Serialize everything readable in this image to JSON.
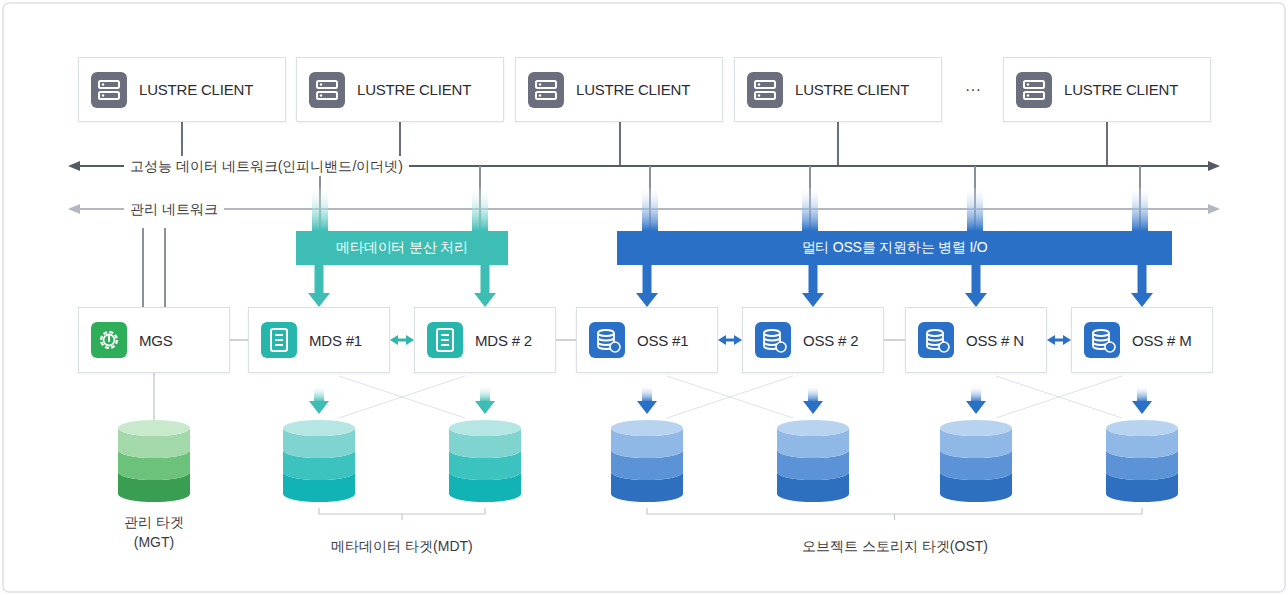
{
  "diagram": {
    "nodes": [
      {
        "text": [
          "LUSTRE CLIENT"
        ]
      },
      {
        "text": [
          "LUSTRE CLIENT"
        ]
      },
      {
        "text": [
          "LUSTRE CLIENT"
        ]
      },
      {
        "text": [
          "LUSTRE CLIENT"
        ]
      },
      {
        "text": [
          "LUSTRE CLIENT"
        ]
      },
      {
        "text": [
          "메타데이터 분산 처리"
        ]
      },
      {
        "text": [
          "멀티 OSS를 지원하는 병렬 I/O"
        ]
      },
      {
        "text": [
          "MGS"
        ]
      },
      {
        "text": [
          "MDS #1"
        ]
      },
      {
        "text": [
          "MDS # 2"
        ]
      },
      {
        "text": [
          "OSS #1"
        ]
      },
      {
        "text": [
          "OSS # 2"
        ]
      },
      {
        "text": [
          "OSS # N"
        ]
      },
      {
        "text": [
          "OSS # M"
        ]
      }
    ],
    "edges": [
      {
        "from": 5,
        "to": 8,
        "arrow": "to"
      },
      {
        "from": 5,
        "to": 9,
        "arrow": "to"
      },
      {
        "from": 6,
        "to": 10,
        "arrow": "to"
      },
      {
        "from": 6,
        "to": 11,
        "arrow": "to"
      },
      {
        "from": 6,
        "to": 12,
        "arrow": "to"
      },
      {
        "from": 6,
        "to": 13,
        "arrow": "to"
      },
      {
        "from": 8,
        "to": 9,
        "arrow": "both"
      },
      {
        "from": 10,
        "to": 11,
        "arrow": "both"
      },
      {
        "from": 12,
        "to": 13,
        "arrow": "both"
      },
      {
        "from": 7,
        "to": 8,
        "arrow": "none"
      },
      {
        "from": 9,
        "to": 10,
        "arrow": "none"
      },
      {
        "from": 11,
        "to": 12,
        "arrow": "none"
      }
    ],
    "labels": [
      "···",
      "고성능 데이터 네트워크(인피니밴드/이더넷)",
      "관리 네트워크",
      "관리 타겟 (MGT)",
      "메타데이터 타겟(MDT)",
      "오브젝트 스토리지 타겟(OST)"
    ]
  }
}
